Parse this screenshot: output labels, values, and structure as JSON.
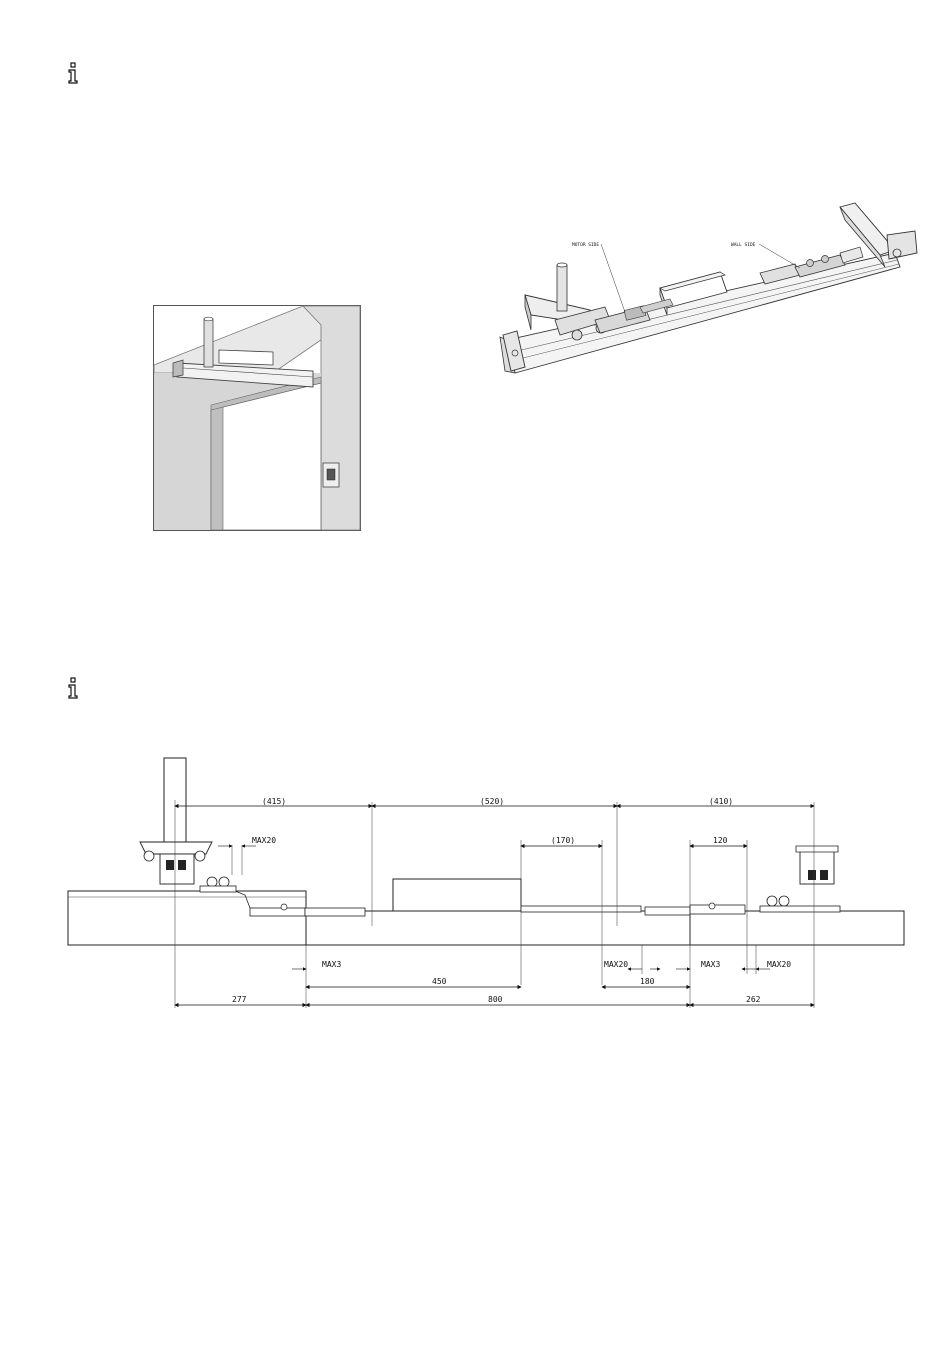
{
  "perspective_labels": {
    "motor_side": "MOTOR SIDE",
    "wall_side": "WALL SIDE"
  },
  "dimensions": {
    "top_415": "(415)",
    "top_520": "(520)",
    "top_410": "(410)",
    "max20_left": "MAX20",
    "d_170": "(170)",
    "d_120": "120",
    "max3_left": "MAX3",
    "max20_mid": "MAX20",
    "max3_right": "MAX3",
    "max20_right": "MAX20",
    "d_450": "450",
    "d_180": "180",
    "d_277": "277",
    "d_800": "800",
    "d_262": "262"
  },
  "icons": {
    "info": "info-icon"
  }
}
